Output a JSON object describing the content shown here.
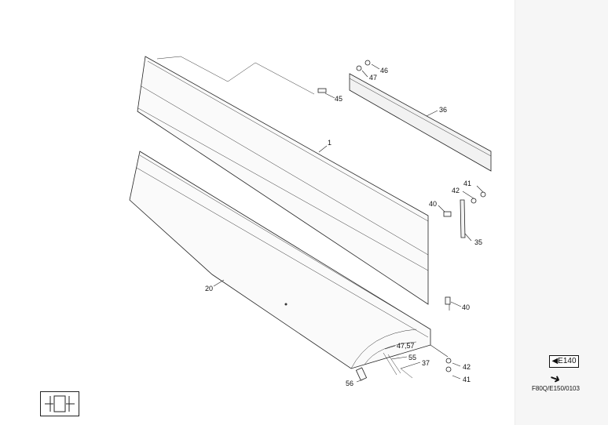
{
  "diagram": {
    "callouts": [
      "1",
      "20",
      "35",
      "36",
      "37",
      "40",
      "40",
      "41",
      "41",
      "42",
      "42",
      "45",
      "46",
      "47",
      "47,57",
      "55",
      "56"
    ],
    "page_reference": "◀E140",
    "drawing_code": "F80Q/E150/0103"
  },
  "icons": {
    "next_arrow": "arrow-down-right-icon",
    "frame_symbol": "frame-symbol-icon"
  }
}
